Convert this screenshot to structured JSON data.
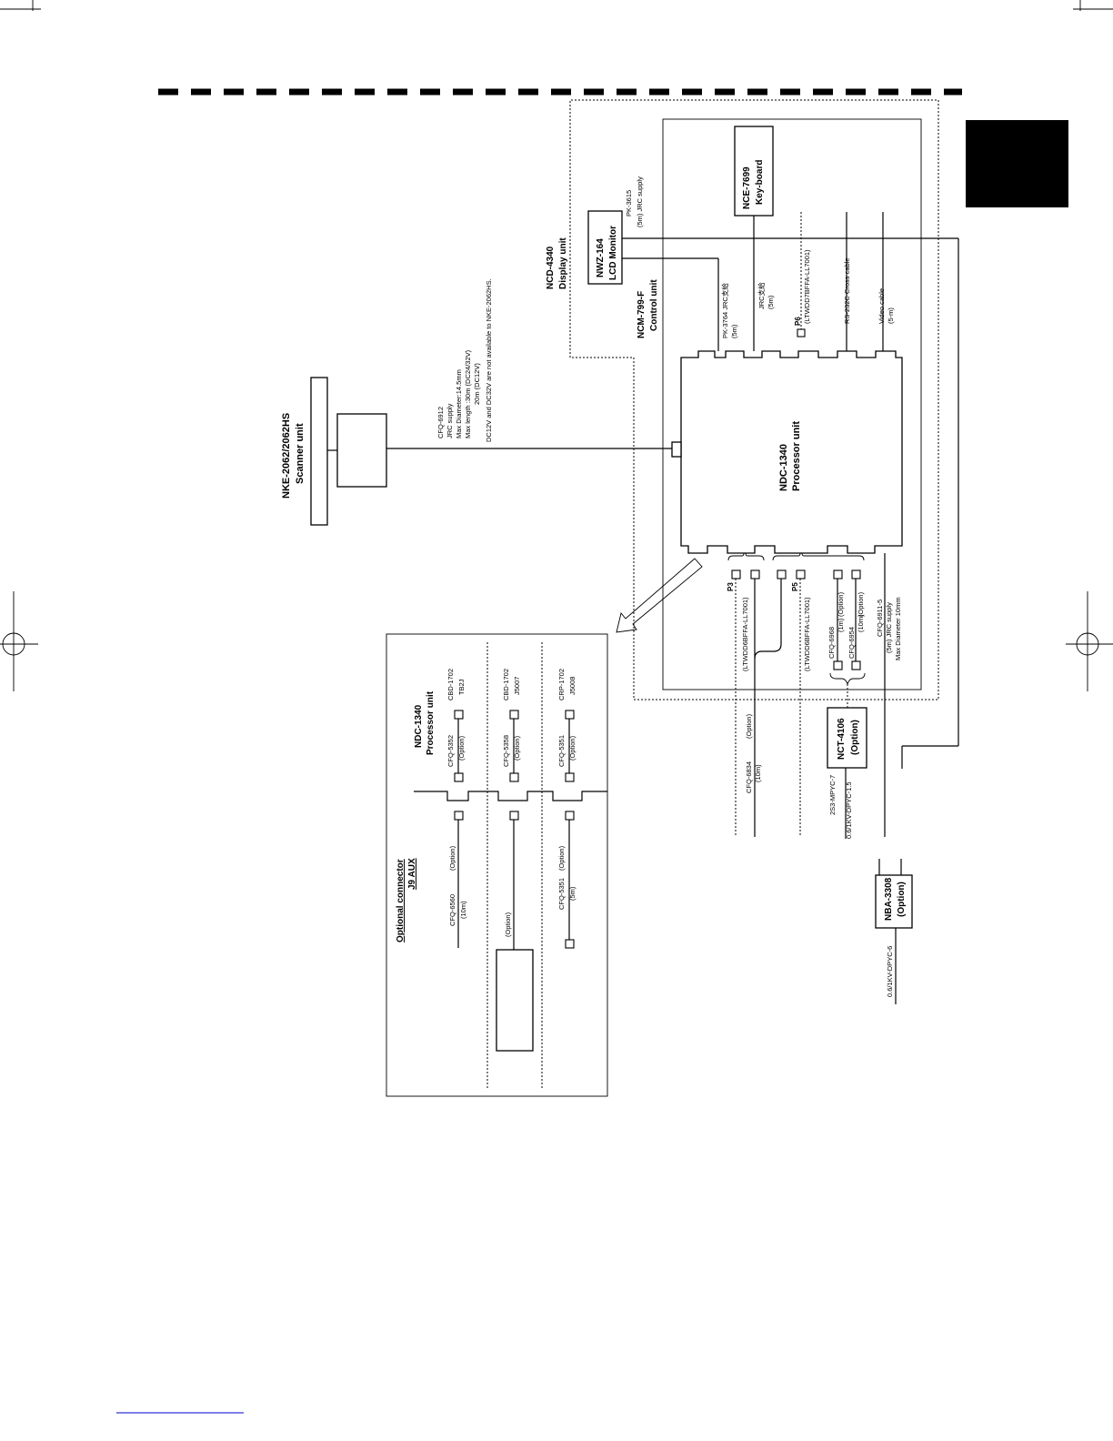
{
  "scanner": {
    "model": "NKE-2062/2062HS",
    "name": "Scanner unit"
  },
  "scanner_cable": {
    "model": "CFQ-6912",
    "supply": "JRC supply",
    "diameter": "Max Diameter:14.5mm",
    "length1": "Max length    :30m (DC24/32V)",
    "length2": "20m (DC12V)",
    "note": "DC12V and DC32V are not available to NKE-2062HS."
  },
  "display": {
    "model": "NCD-4340",
    "name": "Display unit"
  },
  "monitor": {
    "model": "NWZ-164",
    "name": "LCD Monitor"
  },
  "monitor_cable": {
    "model": "PK-3615",
    "spec": "(5m) JRC supply"
  },
  "keyboard": {
    "model": "NCE-7699",
    "name": "Key-board"
  },
  "control": {
    "model": "NCM-799-F",
    "name": "Control unit"
  },
  "processor": {
    "model": "NDC-1340",
    "name": "Processor unit"
  },
  "top_cables": {
    "pk3764": "PK-3764    JRC支給",
    "pk3764_len": "(5m)",
    "jrc": "JRC支給",
    "jrc_len": "(5m)",
    "p6": "P6",
    "p6_spec": "(LTWDD7BFFA-LL7001)",
    "rs232c": "RS-232C Cross cable",
    "video": "Video cable",
    "video_len": "(5-m)"
  },
  "bottom_cables": {
    "p3": "P3",
    "p3_spec": "(LTWDD6BFFA-LL7001)",
    "p5": "P5",
    "p5_spec": "(LTWDD6BFFA-LL7001)",
    "cfq6968": "CFQ-6968",
    "cfq6968_len": "(1m)",
    "cfq6968_opt": "(Option)",
    "cfq6954": "CFQ-6954",
    "cfq6954_len": "(10m)",
    "cfq6954_opt": "(Option)",
    "cfq6911": "CFQ-6911-5",
    "cfq6911_supply": "(5m)  JRC supply",
    "cfq6911_dia": "Max Diameter 10mm",
    "cfq6834": "CFQ-6834",
    "cfq6834_len": "(10m)",
    "cfq6834_opt": "(Option)"
  },
  "nct": {
    "model": "NCT-4106",
    "option": "(Option)"
  },
  "nct_cables": {
    "c1": "2S3-MPYC-7",
    "c2": "0.6/1KV-DPYC-1.5"
  },
  "nba": {
    "model": "NBA-3308",
    "option": "(Option)"
  },
  "nba_cable": "0.6/1KV-DPYC-6",
  "aux": {
    "title": "Optional connector",
    "subtitle": "J9 AUX",
    "processor_model": "NDC-1340",
    "processor_name": "Processor unit",
    "row1": {
      "cable": "CFQ-6560",
      "len": "(10m)",
      "opt": "(Option)",
      "mid": "CFQ-5352",
      "mid_opt": "(Option)",
      "end": "CBD-1702",
      "end2": "TB2J"
    },
    "row2": {
      "opt": "(Option)",
      "mid": "CFQ-5358",
      "mid_opt": "(Option)",
      "end": "CBD-1702",
      "end2": "J5007"
    },
    "row3": {
      "cable": "CFQ-5351",
      "len": "(5m)",
      "opt": "(Option)",
      "mid": "CFQ-5351",
      "mid_opt": "(Option)",
      "end": "CRP-1702",
      "end2": "J5008"
    }
  }
}
